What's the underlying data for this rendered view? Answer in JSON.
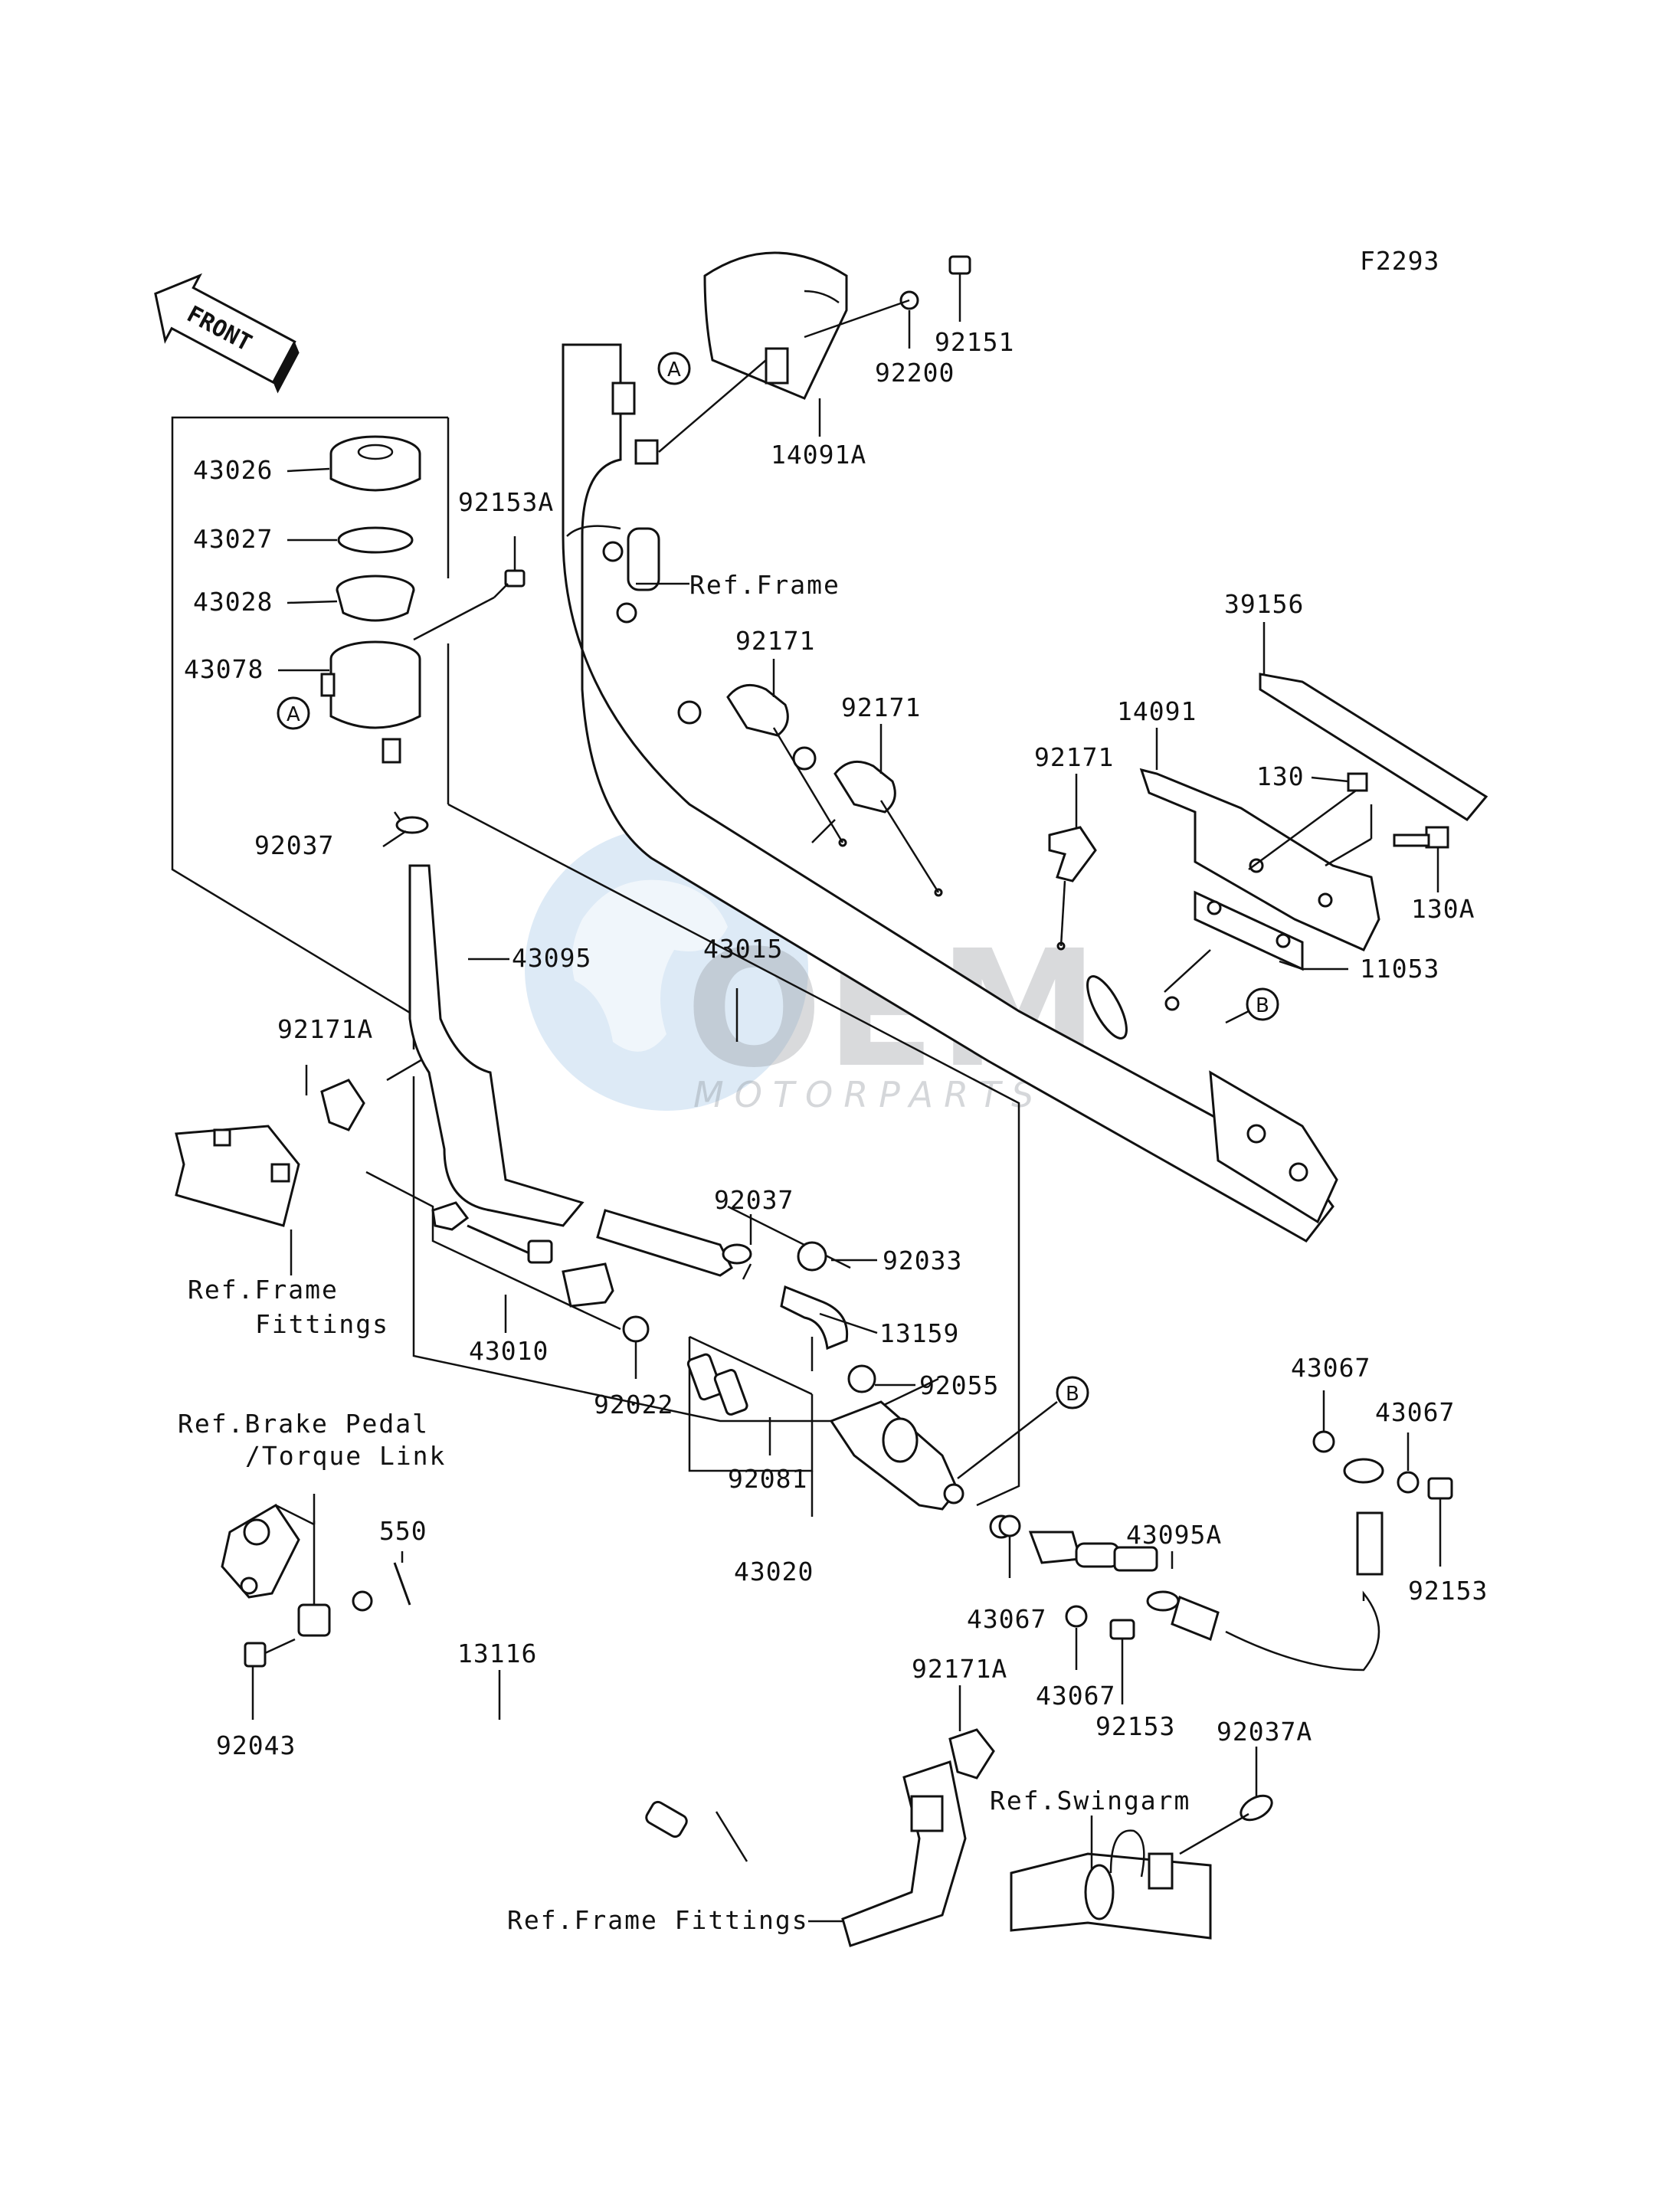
{
  "diagram_code": "F2293",
  "front_arrow_text": "FRONT",
  "callouts": {
    "a": "A",
    "b": "B"
  },
  "watermark": {
    "brand": "OEM",
    "sub": "MOTORPARTS"
  },
  "labels": {
    "p92151": "92151",
    "p92200": "92200",
    "p14091A": "14091A",
    "p43026": "43026",
    "p43027": "43027",
    "p43028": "43028",
    "p43078": "43078",
    "p92153A": "92153A",
    "p92037": "92037",
    "p92171_1": "92171",
    "p92171_2": "92171",
    "p92171_3": "92171",
    "p14091": "14091",
    "p39156": "39156",
    "p130": "130",
    "p130A": "130A",
    "p11053": "11053",
    "p43095": "43095",
    "p43015": "43015",
    "p92171A_1": "92171A",
    "p92037_2": "92037",
    "p92033": "92033",
    "p13159": "13159",
    "p92055": "92055",
    "p43010": "43010",
    "p92022": "92022",
    "p92081": "92081",
    "p43020": "43020",
    "p43067_1": "43067",
    "p43067_2": "43067",
    "p43067_3": "43067",
    "p43067_4": "43067",
    "p92153_1": "92153",
    "p92153_2": "92153",
    "p43095A": "43095A",
    "p550": "550",
    "p13116": "13116",
    "p92043": "92043",
    "p92171A_2": "92171A",
    "p92037A": "92037A"
  },
  "refs": {
    "frame": "Ref.Frame",
    "frame_fittings_1": "Ref.Frame",
    "frame_fittings_2": "Fittings",
    "brake_pedal_1": "Ref.Brake Pedal",
    "brake_pedal_2": "/Torque Link",
    "swingarm": "Ref.Swingarm",
    "frame_fittings_bottom": "Ref.Frame Fittings"
  }
}
